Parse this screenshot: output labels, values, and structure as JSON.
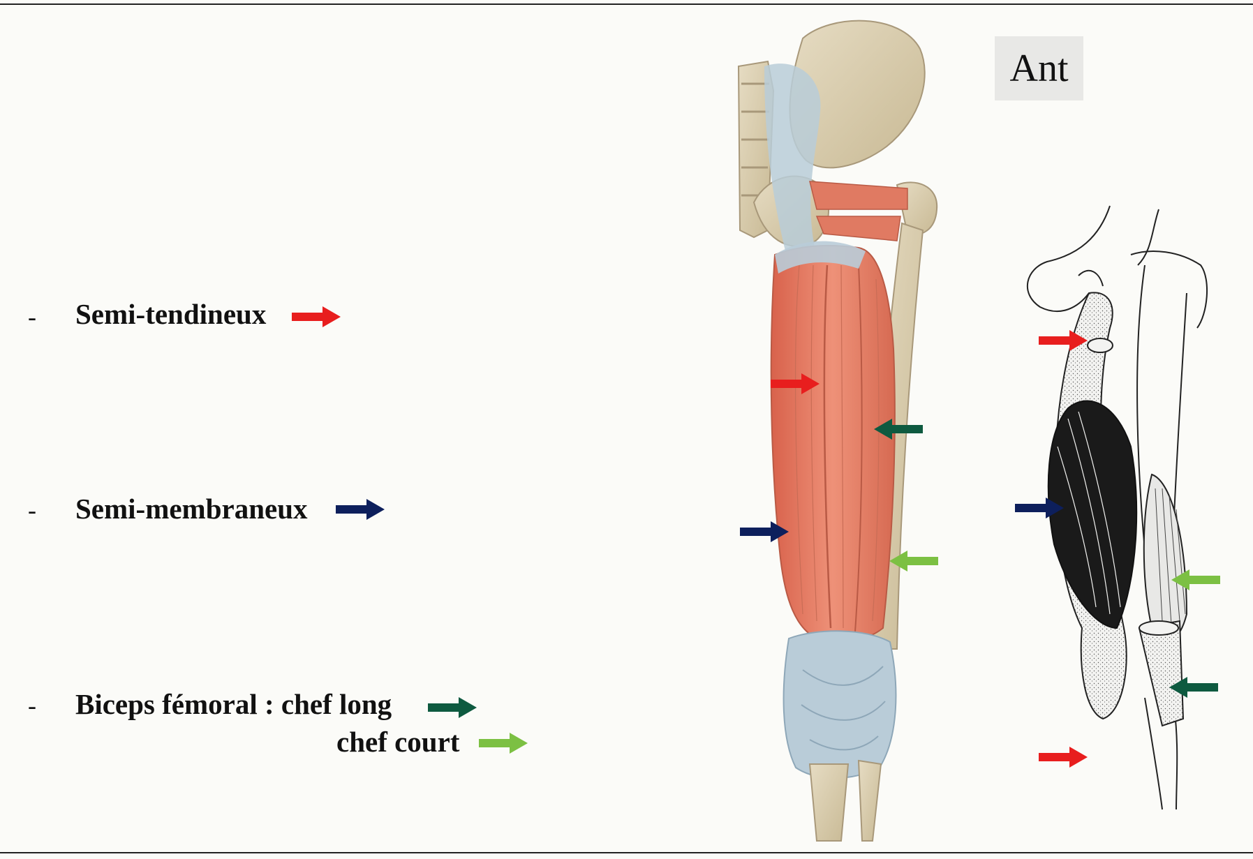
{
  "orientation_label": "Ant",
  "labels": [
    {
      "dash": "-",
      "text": "Semi-tendineux",
      "arrow_color": "#e81e1e"
    },
    {
      "dash": "-",
      "text": "Semi-membraneux",
      "arrow_color": "#0d1f5c"
    },
    {
      "dash": "-",
      "text": "Biceps fémoral : chef long",
      "arrow_color": "#0e5a40"
    },
    {
      "dash": "",
      "text": "chef court",
      "arrow_color": "#7cc043"
    }
  ],
  "colors": {
    "background": "#fbfbf8",
    "muscle": "#e8826a",
    "bone": "#d9cdb0",
    "tendon": "#b9ccd8",
    "semi_tendineux": "#e81e1e",
    "semi_membraneux": "#0d1f5c",
    "biceps_chef_long": "#0e5a40",
    "biceps_chef_court": "#7cc043"
  }
}
